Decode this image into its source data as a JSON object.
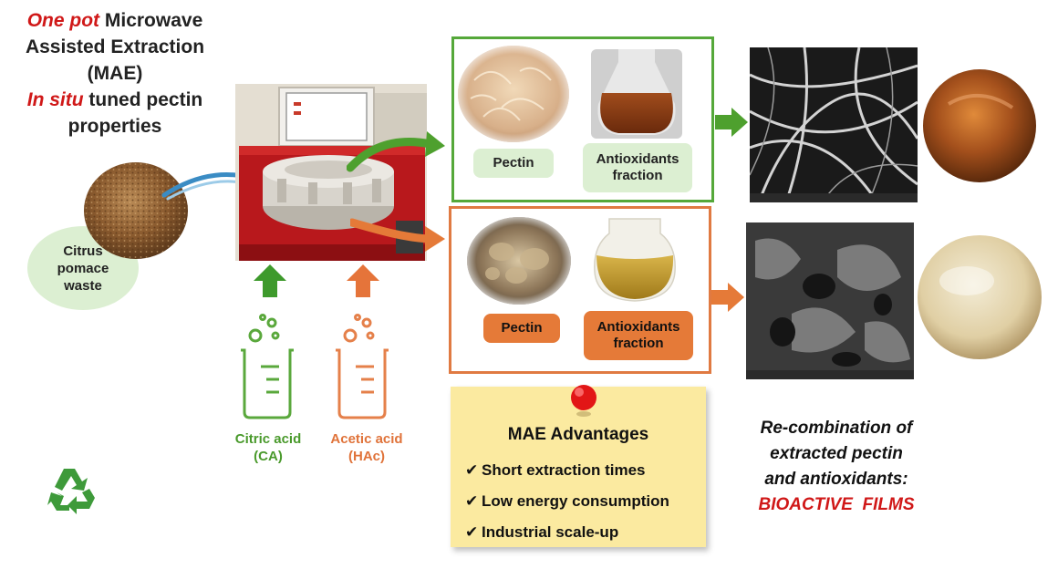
{
  "title": {
    "line1_em": "One pot",
    "line1_rest": " Microwave",
    "line2": "Assisted Extraction",
    "line3": "(MAE)",
    "line4_em": "In situ",
    "line4_rest": " tuned pectin",
    "line5": "properties"
  },
  "source": {
    "label_line1": "Citrus",
    "label_line2": "pomace",
    "label_line3": "waste"
  },
  "acids": [
    {
      "name": "Citric acid",
      "abbr": "(CA)",
      "color": "#4a9a2c"
    },
    {
      "name": "Acetic acid",
      "abbr": "(HAc)",
      "color": "#e0733a"
    }
  ],
  "green_panel": {
    "color": "#55a83a",
    "pectin_label": "Pectin",
    "antiox_line1": "Antioxidants",
    "antiox_line2": "fraction"
  },
  "orange_panel": {
    "color": "#e07a42",
    "pectin_label": "Pectin",
    "antiox_line1": "Antioxidants",
    "antiox_line2": "fraction"
  },
  "advantages": {
    "title": "MAE Advantages",
    "items": [
      "Short extraction times",
      "Low energy consumption",
      "Industrial scale-up"
    ]
  },
  "conclusion": {
    "line1": "Re-combination of",
    "line2": "extracted pectin",
    "line3": "and antioxidants:",
    "line4": "BIOACTIVE  FILMS"
  },
  "icons": [
    "recycle-icon",
    "beaker-icon",
    "pushpin-icon",
    "microwave-reactor-icon",
    "checkmark-icon"
  ]
}
